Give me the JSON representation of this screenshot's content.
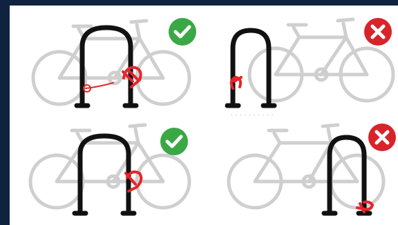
{
  "title": "",
  "panels": [
    {
      "id": "panel-1",
      "status": "correct",
      "icon": "check-icon",
      "badge_color": "#3aa845"
    },
    {
      "id": "panel-2",
      "status": "incorrect",
      "icon": "x-icon",
      "badge_color": "#d8232a"
    },
    {
      "id": "panel-3",
      "status": "correct",
      "icon": "check-icon",
      "badge_color": "#3aa845"
    },
    {
      "id": "panel-4",
      "status": "incorrect",
      "icon": "x-icon",
      "badge_color": "#d8232a"
    }
  ],
  "colors": {
    "background": "#0f2340",
    "bike": "#cfcfcf",
    "rack": "#111111",
    "lock": "#e5252a",
    "correct": "#3aa845",
    "incorrect": "#d8232a"
  },
  "faint_caption": "· · · · · · · · · ·"
}
